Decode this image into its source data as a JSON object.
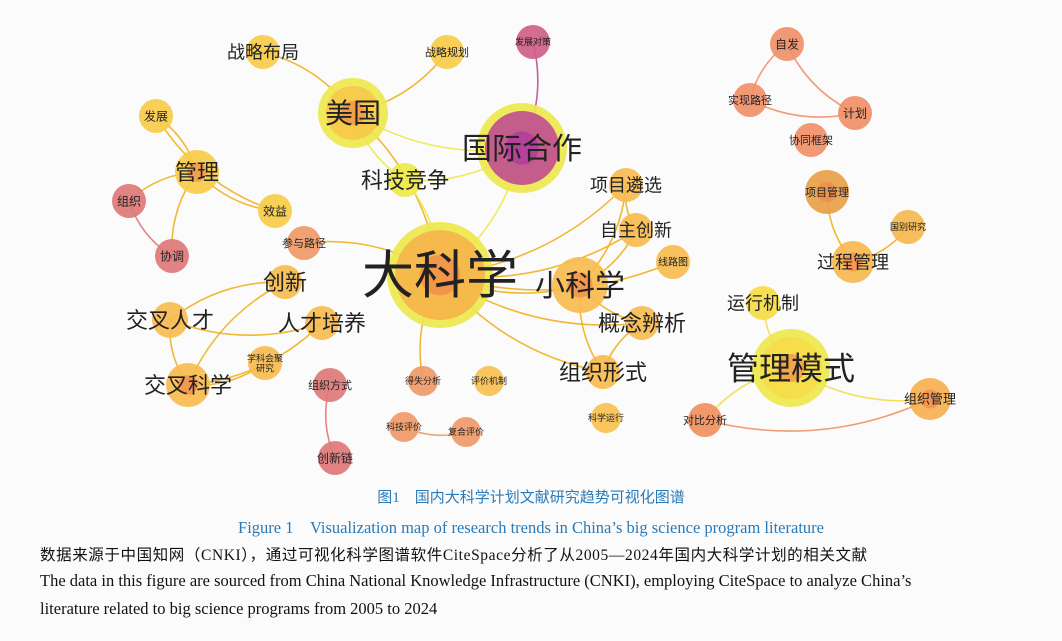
{
  "nodes": [
    {
      "id": "dkx",
      "label": "大科学",
      "color": "#f5b54a"
    },
    {
      "id": "xkx",
      "label": "小科学",
      "color": "#f7bc50"
    },
    {
      "id": "gjhz",
      "label": "国际合作",
      "color": "#c05090"
    },
    {
      "id": "mg",
      "label": "美国",
      "color": "#f7c84a"
    },
    {
      "id": "kjjz",
      "label": "科技竞争",
      "color": "#ede84a"
    },
    {
      "id": "zlbj",
      "label": "战略布局",
      "color": "#f7cc4a"
    },
    {
      "id": "zlgh",
      "label": "战略规划",
      "color": "#f7cc4a"
    },
    {
      "id": "fzdc",
      "label": "发展对策",
      "color": "#d06088"
    },
    {
      "id": "fz",
      "label": "发展",
      "color": "#f7cc4a"
    },
    {
      "id": "gl",
      "label": "管理",
      "color": "#f7cc4a"
    },
    {
      "id": "zz",
      "label": "组织",
      "color": "#e07878"
    },
    {
      "id": "xt",
      "label": "协调",
      "color": "#e07878"
    },
    {
      "id": "xy",
      "label": "效益",
      "color": "#f7cc4a"
    },
    {
      "id": "cylj",
      "label": "参与路径",
      "color": "#f09a68"
    },
    {
      "id": "cx",
      "label": "创新",
      "color": "#f7bc50"
    },
    {
      "id": "jcrc",
      "label": "交叉人才",
      "color": "#f7bc50"
    },
    {
      "id": "rcpy",
      "label": "人才培养",
      "color": "#f7bc50"
    },
    {
      "id": "jckx",
      "label": "交叉科学",
      "color": "#f7bc50"
    },
    {
      "id": "xkhj",
      "label": "学科会聚研究",
      "color": "#f7bc50"
    },
    {
      "id": "zzfs",
      "label": "组织方式",
      "color": "#e07878"
    },
    {
      "id": "cxl",
      "label": "创新链",
      "color": "#e07878"
    },
    {
      "id": "dsfx",
      "label": "得失分析",
      "color": "#f09a68"
    },
    {
      "id": "pjjz",
      "label": "评价机制",
      "color": "#f7c050"
    },
    {
      "id": "kjpj",
      "label": "科技评价",
      "color": "#f09a68"
    },
    {
      "id": "fhpj",
      "label": "复合评价",
      "color": "#f09a68"
    },
    {
      "id": "kxyx",
      "label": "科学运行",
      "color": "#f7c050"
    },
    {
      "id": "zzxs",
      "label": "组织形式",
      "color": "#f7bc50"
    },
    {
      "id": "gnbx",
      "label": "概念辨析",
      "color": "#f7bc50"
    },
    {
      "id": "xmlx",
      "label": "项目遴选",
      "color": "#f7bc50"
    },
    {
      "id": "zzcx",
      "label": "自主创新",
      "color": "#f7bc50"
    },
    {
      "id": "xlt",
      "label": "线路图",
      "color": "#f7bc50"
    },
    {
      "id": "zf",
      "label": "自发",
      "color": "#f09068"
    },
    {
      "id": "sxlj",
      "label": "实现路径",
      "color": "#f09068"
    },
    {
      "id": "jh",
      "label": "计划",
      "color": "#f09068"
    },
    {
      "id": "xtkj",
      "label": "协同框架",
      "color": "#f09068"
    },
    {
      "id": "xmgl",
      "label": "项目管理",
      "color": "#e8a048"
    },
    {
      "id": "gbyj",
      "label": "国别研究",
      "color": "#f7b850"
    },
    {
      "id": "gcgl",
      "label": "过程管理",
      "color": "#f7b850"
    },
    {
      "id": "yxjz",
      "label": "运行机制",
      "color": "#f5dc48"
    },
    {
      "id": "glms",
      "label": "管理模式",
      "color": "#f5dc48"
    },
    {
      "id": "zzgl",
      "label": "组织管理",
      "color": "#f7b050"
    },
    {
      "id": "dbfx",
      "label": "对比分析",
      "color": "#f09060"
    }
  ],
  "edges": [
    [
      "dkx",
      "xkx"
    ],
    [
      "dkx",
      "gjhz"
    ],
    [
      "dkx",
      "mg"
    ],
    [
      "dkx",
      "kjjz"
    ],
    [
      "dkx",
      "cylj"
    ],
    [
      "dkx",
      "xmlx"
    ],
    [
      "dkx",
      "zzcx"
    ],
    [
      "dkx",
      "xlt"
    ],
    [
      "dkx",
      "gnbx"
    ],
    [
      "dkx",
      "zzxs"
    ],
    [
      "dkx",
      "dsfx"
    ],
    [
      "mg",
      "zlbj"
    ],
    [
      "mg",
      "zlgh"
    ],
    [
      "mg",
      "gjhz"
    ],
    [
      "mg",
      "kjjz"
    ],
    [
      "kjjz",
      "gjhz"
    ],
    [
      "gjhz",
      "fzdc"
    ],
    [
      "gl",
      "fz"
    ],
    [
      "gl",
      "xy"
    ],
    [
      "fz",
      "xy"
    ],
    [
      "gl",
      "zz"
    ],
    [
      "gl",
      "xt"
    ],
    [
      "zz",
      "xt"
    ],
    [
      "xkx",
      "xmlx"
    ],
    [
      "xkx",
      "zzcx"
    ],
    [
      "xmlx",
      "zzcx"
    ],
    [
      "xkx",
      "zzxs"
    ],
    [
      "xkx",
      "gnbx"
    ],
    [
      "gnbx",
      "zzxs"
    ],
    [
      "cx",
      "jcrc"
    ],
    [
      "cx",
      "jckx"
    ],
    [
      "jcrc",
      "rcpy"
    ],
    [
      "jcrc",
      "jckx"
    ],
    [
      "jckx",
      "rcpy"
    ],
    [
      "jckx",
      "xkhj"
    ],
    [
      "zzfs",
      "cxl"
    ],
    [
      "kjpj",
      "fhpj"
    ],
    [
      "zf",
      "sxlj"
    ],
    [
      "zf",
      "jh"
    ],
    [
      "sxlj",
      "jh"
    ],
    [
      "xmgl",
      "gcgl"
    ],
    [
      "gcgl",
      "gbyj"
    ],
    [
      "yxjz",
      "glms"
    ],
    [
      "glms",
      "zzgl"
    ],
    [
      "glms",
      "dbfx"
    ],
    [
      "dbfx",
      "zzgl"
    ]
  ],
  "caption": {
    "cn": "图1　国内大科学计划文献研究趋势可视化图谱",
    "en": "Figure 1　Visualization map of research trends in China’s big science program literature"
  },
  "notes": {
    "cn": "数据来源于中国知网（CNKI），通过可视化科学图谱软件CiteSpace分析了从2005—2024年国内大科学计划的相关文献",
    "en1": "The data in this figure are sourced from China National Knowledge Infrastructure (CNKI), employing CiteSpace to analyze China’s",
    "en2": "literature related to big science programs from 2005 to 2024"
  }
}
